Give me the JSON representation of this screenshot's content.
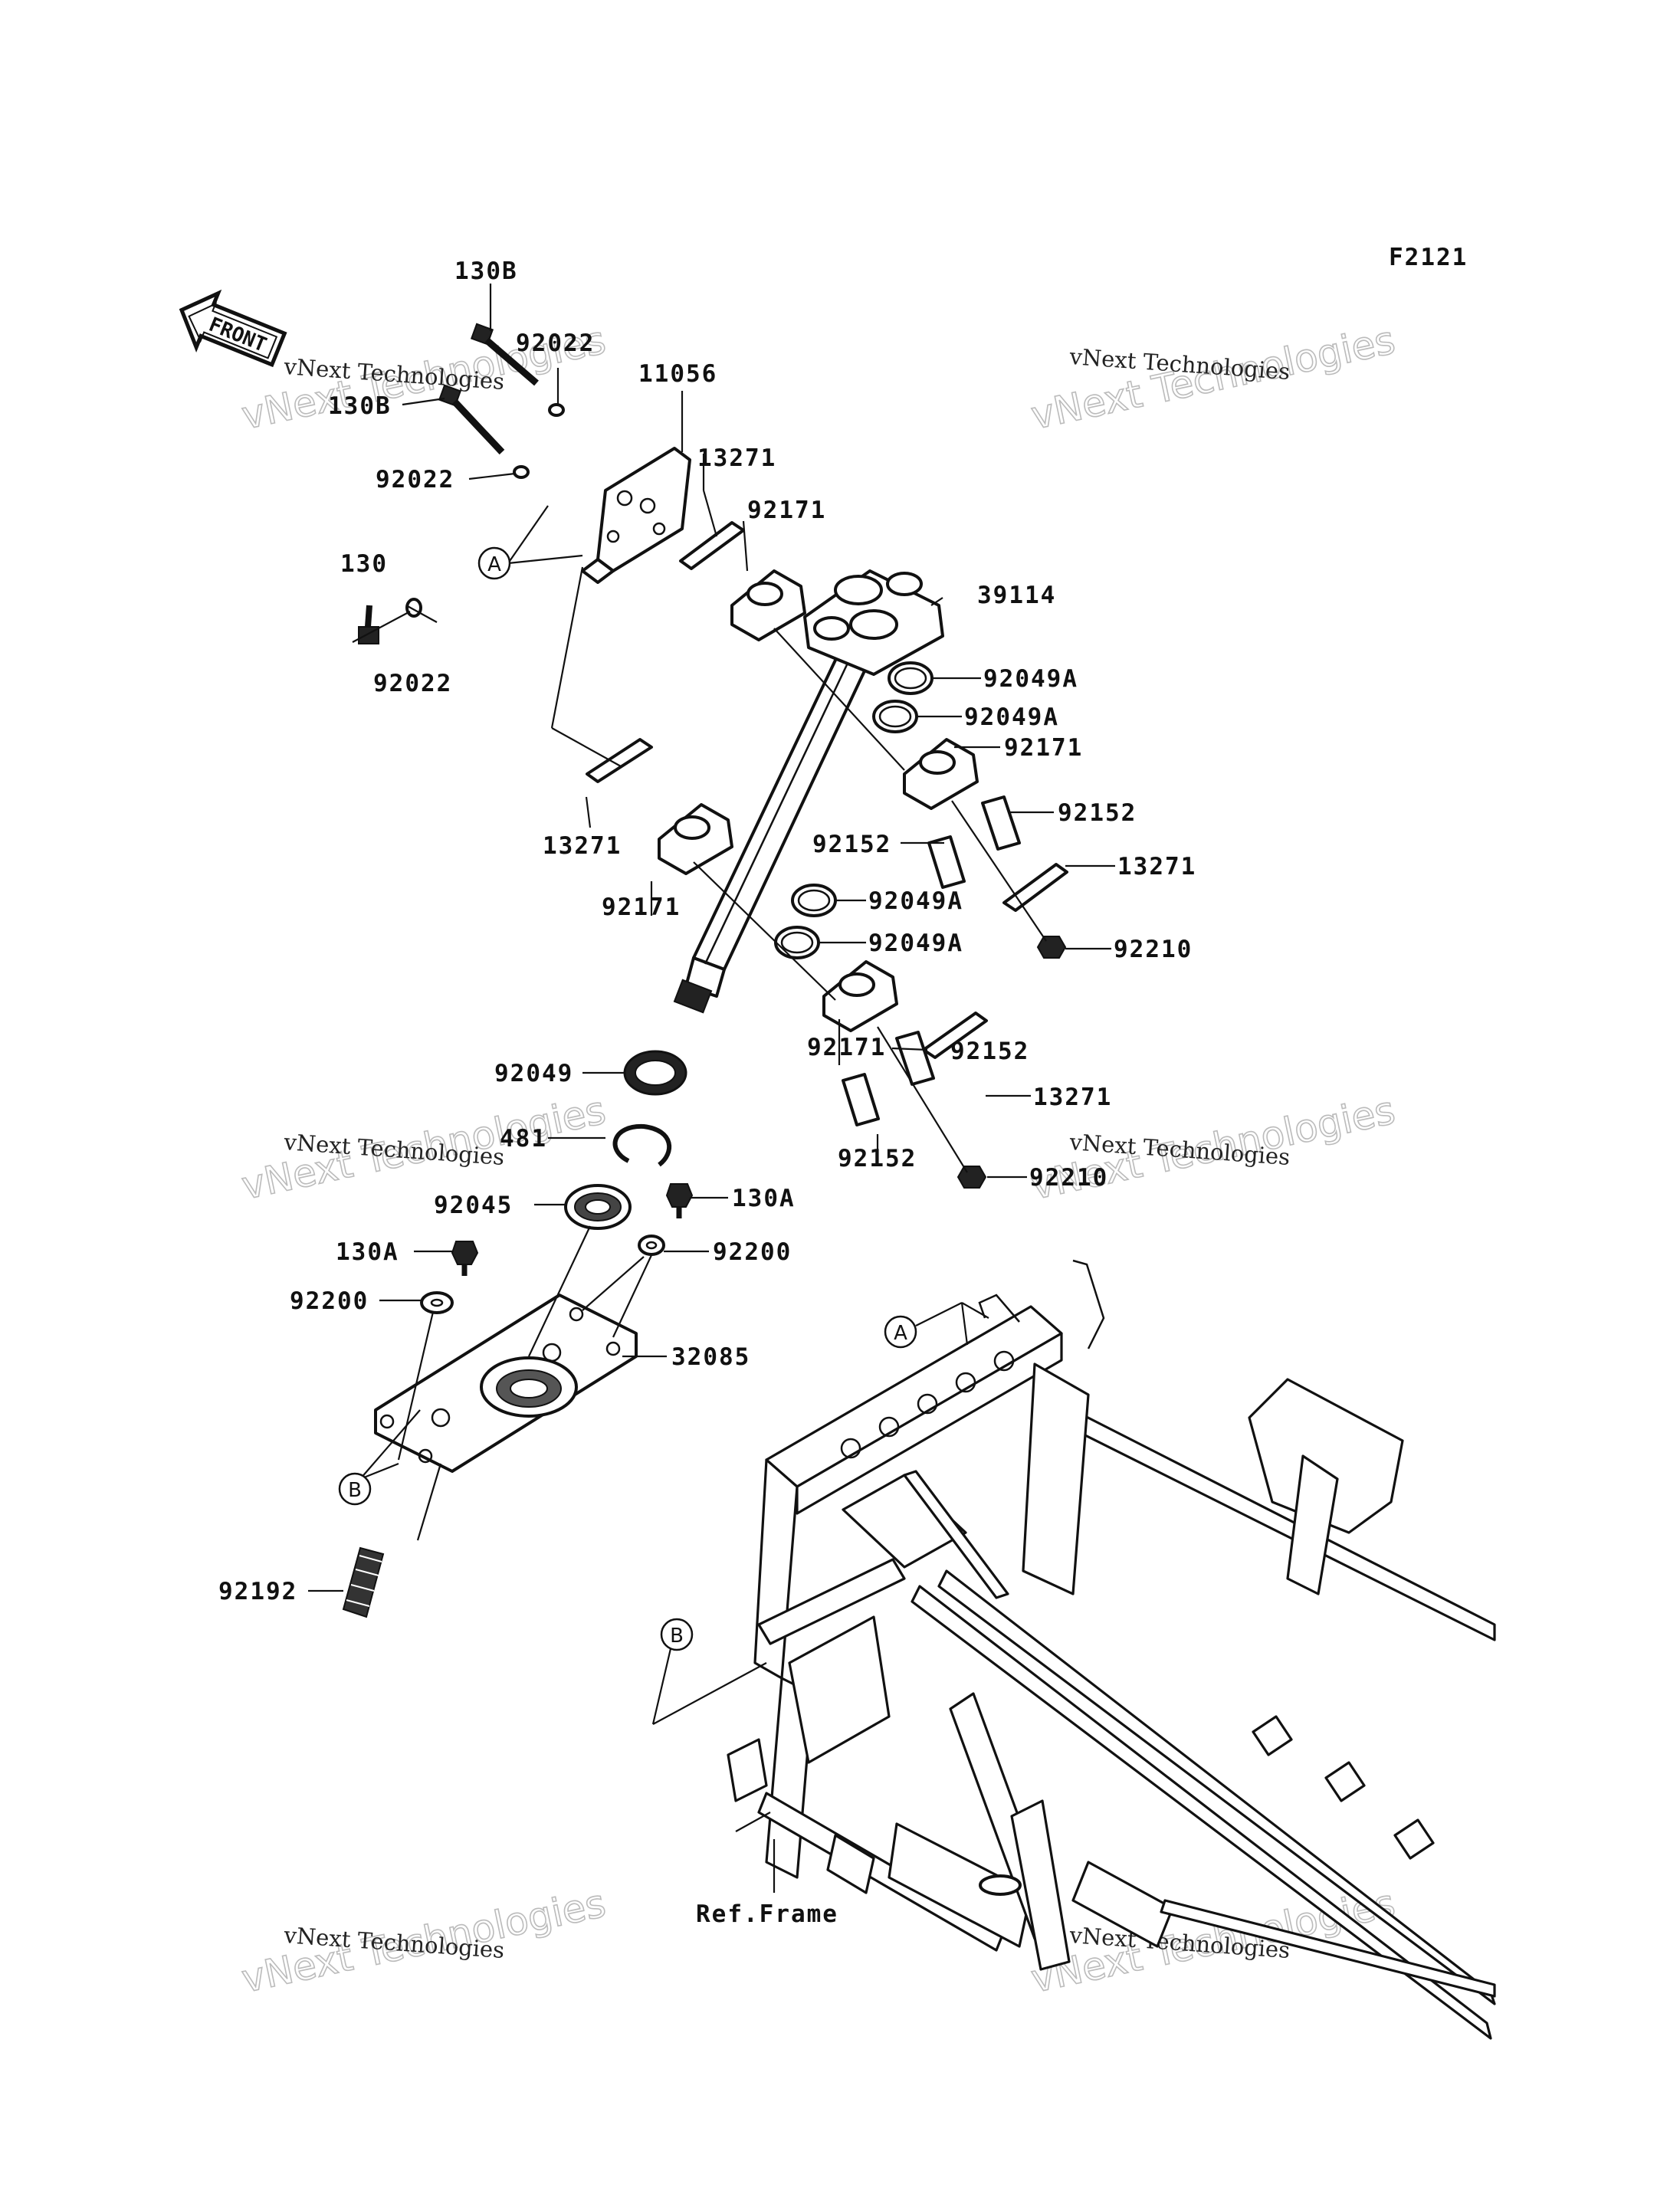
{
  "figure_code": "F2121",
  "front_arrow_label": "FRONT",
  "ref_frame_label": "Ref.Frame",
  "watermark": {
    "line1": "vNext Technologies",
    "line2": "vNext Technologies"
  },
  "callouts": {
    "a": "A",
    "b": "B"
  },
  "part_labels": {
    "130B_upper": "130B",
    "130B_lower": "130B",
    "92022_a": "92022",
    "92022_b": "92022",
    "92022_c": "92022",
    "11056": "11056",
    "130": "130",
    "13271_a": "13271",
    "13271_b": "13271",
    "13271_c": "13271",
    "13271_d": "13271",
    "92171_a": "92171",
    "92171_b": "92171",
    "92171_c": "92171",
    "92171_d": "92171",
    "39114": "39114",
    "92049A_a": "92049A",
    "92049A_b": "92049A",
    "92049A_c": "92049A",
    "92049A_d": "92049A",
    "92152_a": "92152",
    "92152_b": "92152",
    "92152_c": "92152",
    "92152_d": "92152",
    "92210_a": "92210",
    "92210_b": "92210",
    "92049": "92049",
    "481": "481",
    "92045": "92045",
    "130A_a": "130A",
    "130A_b": "130A",
    "92200_a": "92200",
    "92200_b": "92200",
    "32085": "32085",
    "92192": "92192"
  }
}
